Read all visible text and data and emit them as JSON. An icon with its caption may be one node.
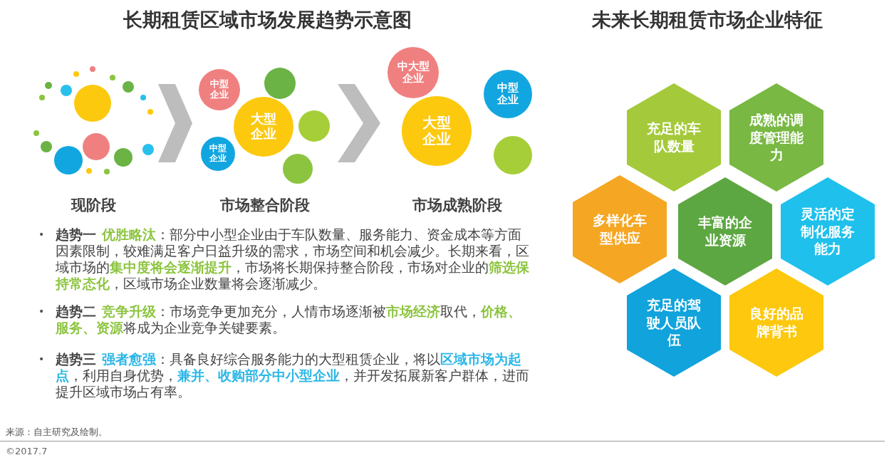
{
  "diagram": {
    "title": "长期租赁区域市场发展趋势示意图",
    "nodes": [
      {
        "text": [
          "现阶段"
        ]
      },
      {
        "text": [
          "市场整合阶段"
        ]
      },
      {
        "text": [
          "中型企业"
        ],
        "in": 1
      },
      {
        "text": [
          "大型企业"
        ],
        "in": 1
      },
      {
        "text": [
          "中型企业"
        ],
        "in": 1
      },
      {
        "text": [],
        "shape": "circle",
        "in": 1
      },
      {
        "text": [],
        "shape": "circle",
        "in": 1
      },
      {
        "text": [],
        "shape": "circle",
        "in": 1
      },
      {
        "text": [
          "市场成熟阶段"
        ]
      },
      {
        "text": [
          "中大型企业"
        ],
        "in": 8
      },
      {
        "text": [
          "大型企业"
        ],
        "in": 8
      },
      {
        "text": [
          "中型企业"
        ],
        "in": 8
      },
      {
        "text": [],
        "shape": "circle",
        "in": 8
      },
      {
        "text": [
          "充足的车队数量"
        ]
      },
      {
        "text": [
          "成熟的调度管理能力"
        ]
      },
      {
        "text": [
          "多样化车型供应"
        ]
      },
      {
        "text": [
          "丰富的企业资源"
        ]
      },
      {
        "text": [
          "灵活的定制化服务能力"
        ]
      },
      {
        "text": [
          "充足的驾驶人员队伍"
        ]
      },
      {
        "text": [
          "良好的品牌背书"
        ]
      }
    ],
    "edges": [
      {
        "from": 0,
        "to": 1,
        "arrow": "to"
      },
      {
        "from": 1,
        "to": 8,
        "arrow": "to"
      }
    ],
    "labels": [
      "未来长期租赁市场企业特征",
      "•",
      "趋势一",
      "**优胜略汰**：部分中小型企业由于车队数量、服务能力、资金成本等方面因素限制，较难满足客户日益升级的需求，市场空间和机会减少。长期来看，区域市场的**集中度将会逐渐提升**，市场将长期保持整合阶段，市场对企业的**筛选保持常态化**，区域市场企业数量将会逐渐减少。",
      "•",
      "趋势二",
      "**竞争升级**：市场竞争更加充分，人情市场逐渐被**市场经济**取代，**价格、服务、资源**将成为企业竞争关键要素。",
      "•",
      "趋势三",
      "**强者愈强**：具备良好综合服务能力的大型租赁企业，将以**区域市场为起点**，利用自身优势，**兼并、收购部分中小型企业**，并开发拓展新客户群体，进而提升区域市场占有率。",
      "来源：自主研究及绘制。",
      "©2017.7"
    ]
  }
}
